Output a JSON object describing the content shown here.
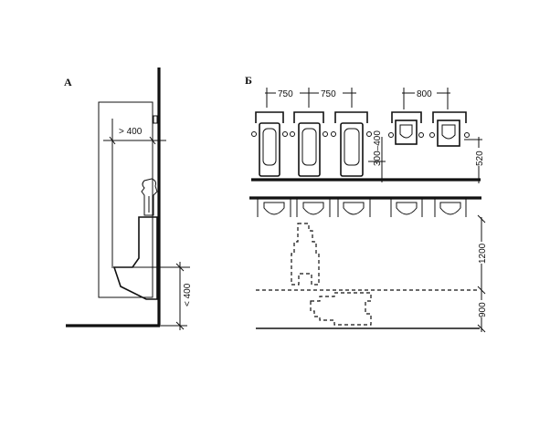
{
  "panel_a": {
    "label": "А",
    "dim_horizontal": "> 400",
    "dim_vertical": "< 400"
  },
  "panel_b": {
    "label": "Б",
    "dim_spacing_1": "750",
    "dim_spacing_2": "750",
    "dim_spacing_wall": "800",
    "dim_partition": "300–400",
    "dim_rim_height": "520",
    "dim_clearance": "1200",
    "dim_passage": "900"
  }
}
